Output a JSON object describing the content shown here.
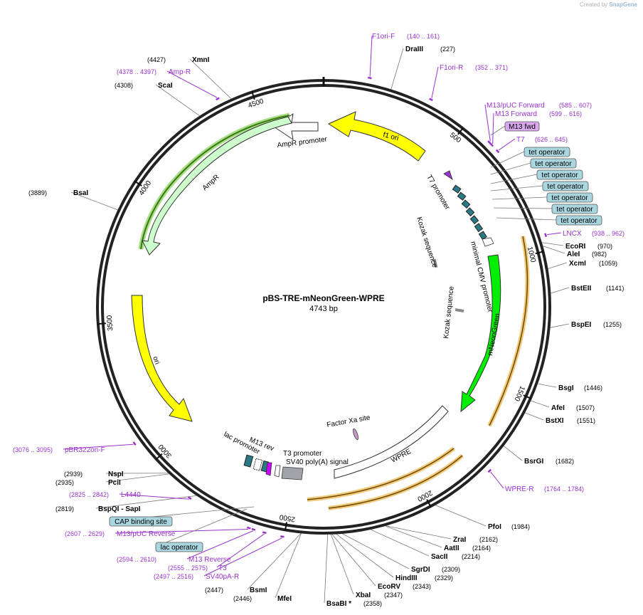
{
  "credit": {
    "prefix": "Created by",
    "brand": "SnapGene"
  },
  "plasmid": {
    "name": "pBS-TRE-mNeonGreen-WPRE",
    "length_label": "4743 bp",
    "length": 4743
  },
  "ticks": [
    {
      "bp": 500,
      "label": "500"
    },
    {
      "bp": 1000,
      "label": "1000"
    },
    {
      "bp": 1500,
      "label": "1500"
    },
    {
      "bp": 2000,
      "label": "2000"
    },
    {
      "bp": 2500,
      "label": "2500"
    },
    {
      "bp": 3000,
      "label": "3000"
    },
    {
      "bp": 3500,
      "label": "3500"
    },
    {
      "bp": 4000,
      "label": "4000"
    },
    {
      "bp": 4500,
      "label": "4500"
    }
  ],
  "enzymes": [
    {
      "name": "DraIII",
      "pos": "(227)",
      "bp": 227
    },
    {
      "name": "EcoRI",
      "pos": "(970)",
      "bp": 970
    },
    {
      "name": "AleI",
      "pos": "(982)",
      "bp": 982
    },
    {
      "name": "XcmI",
      "pos": "(1059)",
      "bp": 1059
    },
    {
      "name": "BstEII",
      "pos": "(1141)",
      "bp": 1141
    },
    {
      "name": "BspEI",
      "pos": "(1255)",
      "bp": 1255
    },
    {
      "name": "BsgI",
      "pos": "(1446)",
      "bp": 1446
    },
    {
      "name": "AfeI",
      "pos": "(1507)",
      "bp": 1507
    },
    {
      "name": "BstXI",
      "pos": "(1551)",
      "bp": 1551
    },
    {
      "name": "BsrGI",
      "pos": "(1682)",
      "bp": 1682
    },
    {
      "name": "PfoI",
      "pos": "(1984)",
      "bp": 1984
    },
    {
      "name": "ZraI",
      "pos": "(2162)",
      "bp": 2162
    },
    {
      "name": "AatII",
      "pos": "(2164)",
      "bp": 2164
    },
    {
      "name": "SacII",
      "pos": "(2214)",
      "bp": 2214
    },
    {
      "name": "SgrDI",
      "pos": "(2309)",
      "bp": 2309
    },
    {
      "name": "HindIII",
      "pos": "(2329)",
      "bp": 2329
    },
    {
      "name": "EcoRV",
      "pos": "(2343)",
      "bp": 2343
    },
    {
      "name": "XbaI",
      "pos": "(2347)",
      "bp": 2347
    },
    {
      "name": "BsaBI *",
      "pos": "(2358)",
      "bp": 2358
    },
    {
      "name": "MfeI",
      "pos": "(2446)",
      "bp": 2446
    },
    {
      "name": "BsmI",
      "pos": "(2447)",
      "bp": 2447
    },
    {
      "name": "BspQI - SapI",
      "pos": "(2819)",
      "bp": 2819
    },
    {
      "name": "PciI",
      "pos": "(2935)",
      "bp": 2935
    },
    {
      "name": "NspI",
      "pos": "(2939)",
      "bp": 2939
    },
    {
      "name": "BsaI",
      "pos": "(3889)",
      "bp": 3889
    },
    {
      "name": "ScaI",
      "pos": "(4308)",
      "bp": 4308
    },
    {
      "name": "XmnI",
      "pos": "(4427)",
      "bp": 4427
    }
  ],
  "primers": [
    {
      "name": "F1ori-F",
      "range": "(140 .. 161)",
      "bp": 150
    },
    {
      "name": "F1ori-R",
      "range": "(352 .. 371)",
      "bp": 361
    },
    {
      "name": "M13/pUC Forward",
      "range": "(585 .. 607)",
      "bp": 596
    },
    {
      "name": "M13 Forward",
      "range": "(599 .. 616)",
      "bp": 607
    },
    {
      "name": "T7",
      "range": "(626 .. 645)",
      "bp": 635
    },
    {
      "name": "LNCX",
      "range": "(938 .. 962)",
      "bp": 950
    },
    {
      "name": "WPRE-R",
      "range": "(1764 .. 1784)",
      "bp": 1774
    },
    {
      "name": "SV40pA-R",
      "range": "(2497 .. 2516)",
      "bp": 2506
    },
    {
      "name": "T3",
      "range": "(2555 .. 2575)",
      "bp": 2565
    },
    {
      "name": "M13 Reverse",
      "range": "(2594 .. 2610)",
      "bp": 2602
    },
    {
      "name": "M13/pUC Reverse",
      "range": "(2607 .. 2629)",
      "bp": 2618
    },
    {
      "name": "L4440",
      "range": "(2825 .. 2842)",
      "bp": 2833
    },
    {
      "name": "pBR322ori-F",
      "range": "(3076 .. 3095)",
      "bp": 3085
    },
    {
      "name": "Amp-R",
      "range": "(4378 .. 4397)",
      "bp": 4387
    }
  ],
  "boxed_labels": [
    {
      "name": "M13 fwd",
      "kind": "primer"
    },
    {
      "name": "tet operator",
      "kind": "feature"
    },
    {
      "name": "tet operator",
      "kind": "feature"
    },
    {
      "name": "tet operator",
      "kind": "feature"
    },
    {
      "name": "tet operator",
      "kind": "feature"
    },
    {
      "name": "tet operator",
      "kind": "feature"
    },
    {
      "name": "tet operator",
      "kind": "feature"
    },
    {
      "name": "tet operator",
      "kind": "feature"
    },
    {
      "name": "CAP binding site",
      "kind": "feature"
    },
    {
      "name": "lac operator",
      "kind": "feature"
    }
  ],
  "features": [
    {
      "name": "f1 ori",
      "color": "#ffff00"
    },
    {
      "name": "AmpR promoter",
      "color": "#ffffff"
    },
    {
      "name": "AmpR",
      "color": "#ccffcc"
    },
    {
      "name": "ori",
      "color": "#ffff00"
    },
    {
      "name": "mNeonGreen",
      "color": "#00ee00"
    },
    {
      "name": "WPRE",
      "color": "#ffffff"
    },
    {
      "name": "T7 promoter",
      "color": "#ffffff"
    },
    {
      "name": "minimal CMV promoter",
      "color": "#ffffff"
    },
    {
      "name": "Kozak sequence",
      "color": "#888888"
    },
    {
      "name": "Kozak sequence",
      "color": "#888888"
    },
    {
      "name": "Factor Xa site",
      "color": "#cc99cc"
    },
    {
      "name": "lac promoter",
      "color": "#ffffff"
    },
    {
      "name": "M13 rev",
      "color": "#cc00ff"
    },
    {
      "name": "T3 promoter",
      "color": "#ffffff"
    },
    {
      "name": "SV40 poly(A) signal",
      "color": "#a0a4a8"
    }
  ],
  "colors": {
    "enzyme_text": "#000000",
    "primer_text": "#9933cc",
    "feature_box": "#a9d6df",
    "primer_box": "#d9a8ee",
    "orf_highlight": "#f2c97a"
  }
}
